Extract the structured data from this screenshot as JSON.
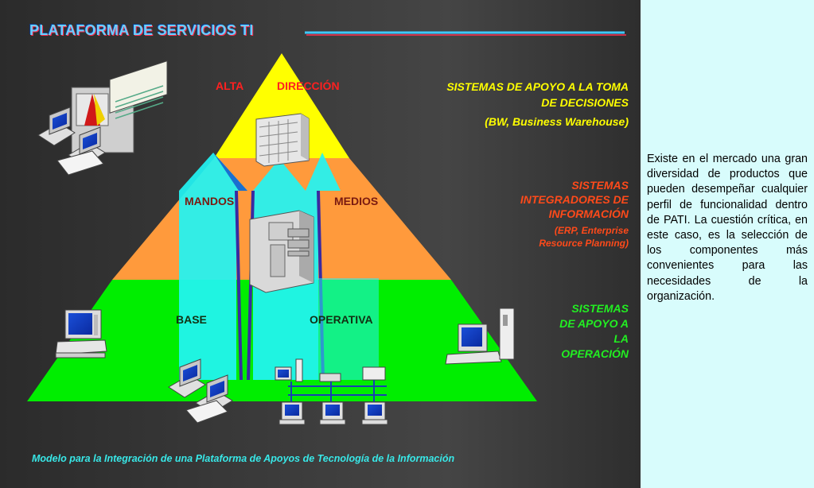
{
  "title": "PLATAFORMA DE SERVICIOS TI",
  "caption": "Modelo para la Integración de una Plataforma de Apoyos de Tecnología de la Información",
  "pyramid": {
    "top_left": "ALTA",
    "top_right": "DIRECCIÓN",
    "mid_left": "MANDOS",
    "mid_right": "MEDIOS",
    "base_left": "BASE",
    "base_right": "OPERATIVA",
    "colors": {
      "top": "#ffff00",
      "middle": "#ff9a3c",
      "base": "#00ee00",
      "arrows": "#22f4f4"
    }
  },
  "levels": {
    "top": {
      "line1": "SISTEMAS DE APOYO A LA TOMA",
      "line2": "DE DECISIONES",
      "detail": "(BW, Business Warehouse)"
    },
    "middle": {
      "line1": "SISTEMAS",
      "line2": "INTEGRADORES DE",
      "line3": "INFORMACIÓN",
      "detail1": "(ERP, Enterprise",
      "detail2": "Resource Planning)"
    },
    "base": {
      "line1": "SISTEMAS",
      "line2": "DE APOYO A",
      "line3": "LA",
      "line4": "OPERACIÓN"
    }
  },
  "side_text": "Existe en el mercado una gran diversidad de productos que pueden desempeñar cualquier perfil de funcionalidad dentro de PATI. La cuestión crítica, en este caso, es la selección de los componentes más convenientes para las necesidades de la organización.",
  "icons": [
    "server-room-icon",
    "mainframe-icon",
    "server-tower-icon",
    "desktop-computer-icon",
    "workstation-icon",
    "network-icon"
  ]
}
